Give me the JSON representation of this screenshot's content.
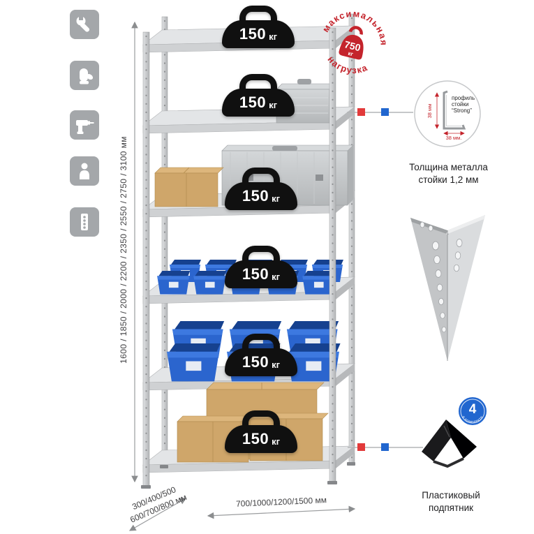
{
  "colors": {
    "accent_red": "#c4242c",
    "accent_blue": "#2166cf",
    "metal_gray": "#c8cacc",
    "icon_tile_gray": "#a4a7aa",
    "bin_blue": "#2b65ce",
    "cardboard_tan": "#cfa66a",
    "weight_black": "#101010"
  },
  "left_icons": [
    {
      "name": "wrench-icon"
    },
    {
      "name": "work-gloves-icon"
    },
    {
      "name": "drill-icon"
    },
    {
      "name": "person-height-icon"
    },
    {
      "name": "perforated-post-icon"
    }
  ],
  "dimensions": {
    "height_options": "1600 / 1850 / 2000 / 2200 / 2350 / 2550 / 2750 / 3100 мм",
    "depth_options_line1": "300/400/500",
    "depth_options_line2": "600/700/800 мм",
    "width_options": "700/1000/1200/1500 мм"
  },
  "stamp": {
    "line1": "максимальная",
    "line2": "нагрузка",
    "weight_value": "750",
    "weight_unit": "кг"
  },
  "shelves": [
    {
      "load": "150",
      "unit": "кг"
    },
    {
      "load": "150",
      "unit": "кг"
    },
    {
      "load": "150",
      "unit": "кг"
    },
    {
      "load": "150",
      "unit": "кг"
    },
    {
      "load": "150",
      "unit": "кг"
    },
    {
      "load": "150",
      "unit": "кг"
    }
  ],
  "profile_detail": {
    "label_line1": "профиль",
    "label_line2": "стойки",
    "label_line3": "“Strong”",
    "dim_vertical": "38 мм",
    "dim_horizontal": "38 мм.",
    "caption_line1": "Толщина металла",
    "caption_line2": "стойки 1,2 мм"
  },
  "foot_detail": {
    "badge_value": "4",
    "badge_text": "в комплекте",
    "caption_line1": "Пластиковый",
    "caption_line2": "подпятник"
  }
}
